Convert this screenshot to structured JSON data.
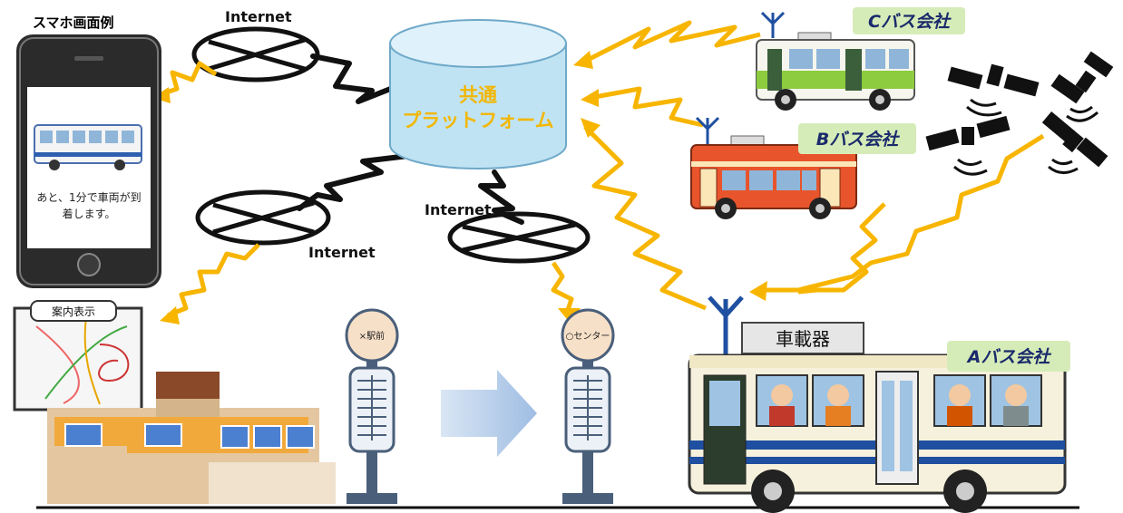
{
  "phone": {
    "title": "スマホ画面例",
    "message_line1": "あと、1分で車両が到",
    "message_line2": "着します。"
  },
  "platform": {
    "line1": "共通",
    "line2": "プラットフォーム"
  },
  "internet_labels": [
    "Internet",
    "Internet",
    "Internet"
  ],
  "buses": {
    "a_company": "Aバス会社",
    "b_company": "Bバス会社",
    "c_company": "Cバス会社",
    "onboard_unit": "車載器"
  },
  "station_sign": "案内表示",
  "bus_stops": {
    "stop1": "×駅前",
    "stop2": "○センター"
  },
  "colors": {
    "signal": "#f7b500",
    "platform_fill": "#bfe3f3",
    "platform_text": "#f2b705",
    "company_label_bg": "#d6ecb8",
    "bus_a_stripe": "#1f4fa0",
    "bus_b_body": "#e8542b",
    "bus_c_body": "#8ccc3e",
    "network_line": "#111111"
  }
}
